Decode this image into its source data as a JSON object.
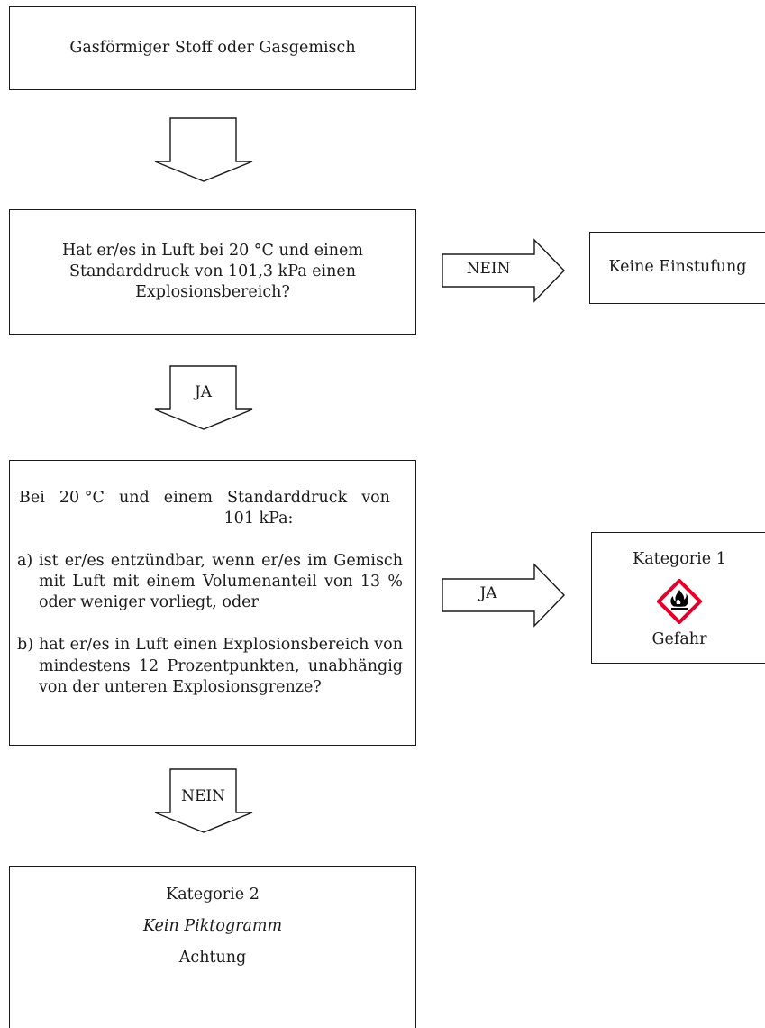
{
  "start_box": {
    "text": "Gasförmiger Stoff oder Gasgemisch"
  },
  "question_1": {
    "line1": "Hat er/es in Luft bei 20 °C und einem",
    "line2": "Standarddruck von 101,3 kPa einen",
    "line3": "Explosionsbereich?"
  },
  "arrows": {
    "q1_no_label": "NEIN",
    "q1_yes_label": "JA",
    "q2_yes_label": "JA",
    "q2_no_label": "NEIN"
  },
  "no_classification": {
    "text": "Keine Einstufung"
  },
  "question_2": {
    "head_w1": "Bei",
    "head_w2": "20 °C",
    "head_w3": "und",
    "head_w4": "einem",
    "head_w5": "Standarddruck",
    "head_w6": "von",
    "head_line2": "101 kPa:",
    "item_a_marker": "a)",
    "item_a_text": "ist er/es entzündbar, wenn er/es im Gemisch mit Luft mit einem Volumenanteil von 13 % oder weniger vorliegt, oder",
    "item_b_marker": "b)",
    "item_b_text": "hat er/es in Luft einen Explosionsbereich von mindestens 12 Prozentpunkten, unabhängig von der unteren Explosionsgrenze?"
  },
  "category_1": {
    "title": "Kategorie 1",
    "pictogram": "flame-pictogram",
    "signal_word": "Gefahr",
    "colors": {
      "pictogram_border": "#e4002b",
      "pictogram_symbol": "#000000"
    }
  },
  "category_2": {
    "title": "Kategorie 2",
    "pictogram_note": "Kein Piktogramm",
    "signal_word": "Achtung"
  }
}
